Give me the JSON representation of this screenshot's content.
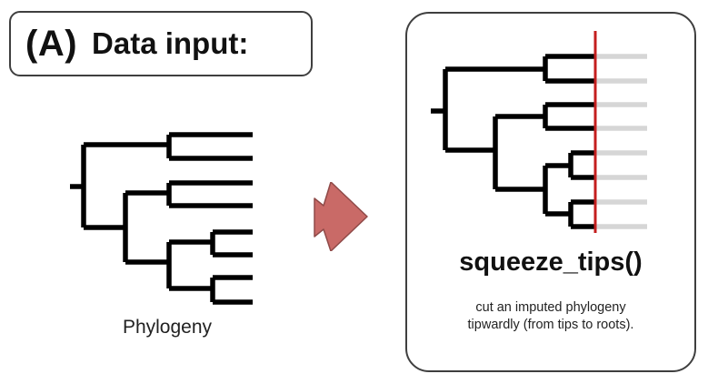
{
  "title": {
    "label": "(A)",
    "text": "Data input:"
  },
  "left_tree": {
    "caption": "Phylogeny",
    "tip_count": 8
  },
  "arrow": {
    "color": "#c96a67"
  },
  "right_panel": {
    "function_name": "squeeze_tips()",
    "description_lines": [
      "cut an imputed phylogeny",
      "tipwardly (from tips to roots)."
    ],
    "tip_count": 8,
    "cut_line_color": "#c41e1e",
    "removed_branch_color": "#d6d6d6"
  },
  "colors": {
    "branch": "#000000",
    "border": "#3f3f3f"
  }
}
